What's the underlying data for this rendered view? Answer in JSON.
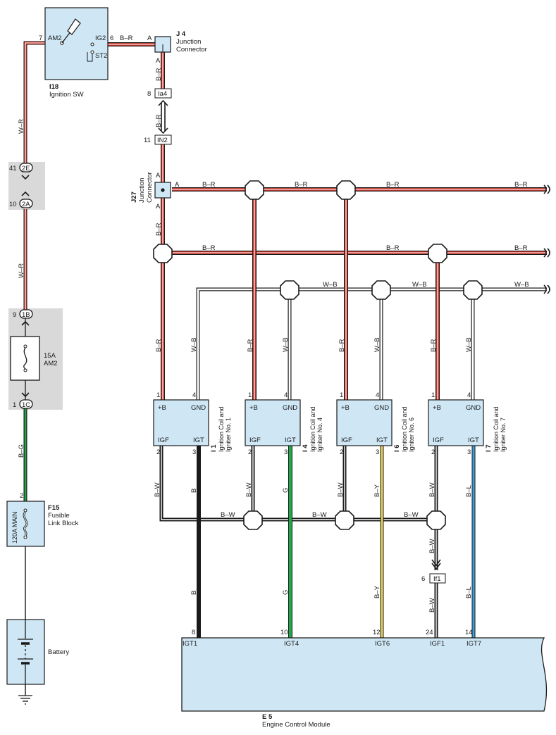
{
  "ignition_switch": {
    "ref": "I18",
    "name": "Ignition SW",
    "terminals": {
      "am2": "AM2",
      "ig2": "IG2",
      "st2": "ST2"
    },
    "pin_am2": "7",
    "pin_ig2": "6"
  },
  "junction_j4": {
    "ref": "J 4",
    "name_line1": "Junction",
    "name_line2": "Connector",
    "pin": "A"
  },
  "junction_j27": {
    "ref": "J27",
    "name_line1": "Junction",
    "name_line2": "Connector",
    "pin": "A"
  },
  "inline_connectors": [
    {
      "id": "Ia4",
      "pin": "8"
    },
    {
      "id": "IN2",
      "pin": "11"
    },
    {
      "id": "If1",
      "pin": "6"
    }
  ],
  "fuse_block_connectors": [
    {
      "id": "2E",
      "pin": "41"
    },
    {
      "id": "2A",
      "pin": "10"
    },
    {
      "id": "1B",
      "pin": "9"
    },
    {
      "id": "1C",
      "pin": "1"
    }
  ],
  "fuse": {
    "rating": "15A",
    "name": "AM2"
  },
  "fusible_link": {
    "ref": "F15",
    "name_line1": "Fusible",
    "name_line2": "Link Block",
    "rating": "120A MAIN",
    "pin": "2"
  },
  "battery": {
    "name": "Battery"
  },
  "ecm": {
    "ref": "E 5",
    "name": "Engine Control Module",
    "terminals": [
      {
        "label": "IGT1",
        "pin": "8"
      },
      {
        "label": "IGT4",
        "pin": "10"
      },
      {
        "label": "IGT6",
        "pin": "12"
      },
      {
        "label": "IGF1",
        "pin": "24"
      },
      {
        "label": "IGT7",
        "pin": "14"
      }
    ]
  },
  "coils": [
    {
      "ref": "I 1",
      "name_line1": "Ignition Coil and",
      "name_line2": "Igniter No. 1",
      "igt_wire": "B"
    },
    {
      "ref": "I 4",
      "name_line1": "Ignition Coil and",
      "name_line2": "Igniter No. 4",
      "igt_wire": "G"
    },
    {
      "ref": "I 6",
      "name_line1": "Ignition Coil and",
      "name_line2": "Igniter No. 6",
      "igt_wire": "B–Y"
    },
    {
      "ref": "I 7",
      "name_line1": "Ignition Coil and",
      "name_line2": "Igniter No. 7",
      "igt_wire": "B–L"
    }
  ],
  "coil_terminals": {
    "plus_b": "+B",
    "gnd": "GND",
    "igf": "IGF",
    "igt": "IGT",
    "pin_plus_b": "1",
    "pin_gnd": "4",
    "pin_igf": "2",
    "pin_igt": "3"
  },
  "wire_colors": {
    "br": "B–R",
    "wr": "W–R",
    "wb": "W–B",
    "bw": "B–W",
    "bg": "B–G",
    "b": "B",
    "g": "G",
    "by": "B–Y",
    "bl": "B–L"
  },
  "colors": {
    "red": "#e23a2e",
    "green": "#1fa84a",
    "yellow": "#e6cf5a",
    "blue": "#3aa3dd",
    "module_fill": "#cfe7f5",
    "fuse_panel": "#d9d9d9"
  }
}
